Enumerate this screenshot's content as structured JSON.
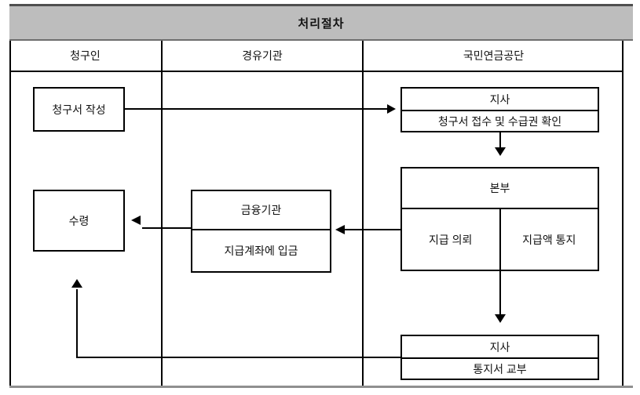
{
  "title": "처리절차",
  "columns": {
    "claimant": "청구인",
    "intermediary": "경유기관",
    "nps": "국민연금공단"
  },
  "nodes": {
    "claim_write": "청구서 작성",
    "branch_top_title": "지사",
    "branch_top_body": "청구서 접수 및 수급권 확인",
    "hq_title": "본부",
    "hq_left": "지급 의뢰",
    "hq_right": "지급액 통지",
    "receive": "수령",
    "bank_title": "금융기관",
    "bank_body": "지급계좌에 입금",
    "branch_bottom_title": "지사",
    "branch_bottom_body": "통지서 교부"
  },
  "icons": {
    "arrowheads": [
      "arrow-right-icon",
      "arrow-down-icon",
      "arrow-left-icon",
      "arrow-up-icon"
    ]
  },
  "colors": {
    "title_bar_bg": "#bdbdbd",
    "title_bar_border": "#4f4f4f",
    "line": "#000000",
    "bottom_border": "#8f8f8f"
  }
}
